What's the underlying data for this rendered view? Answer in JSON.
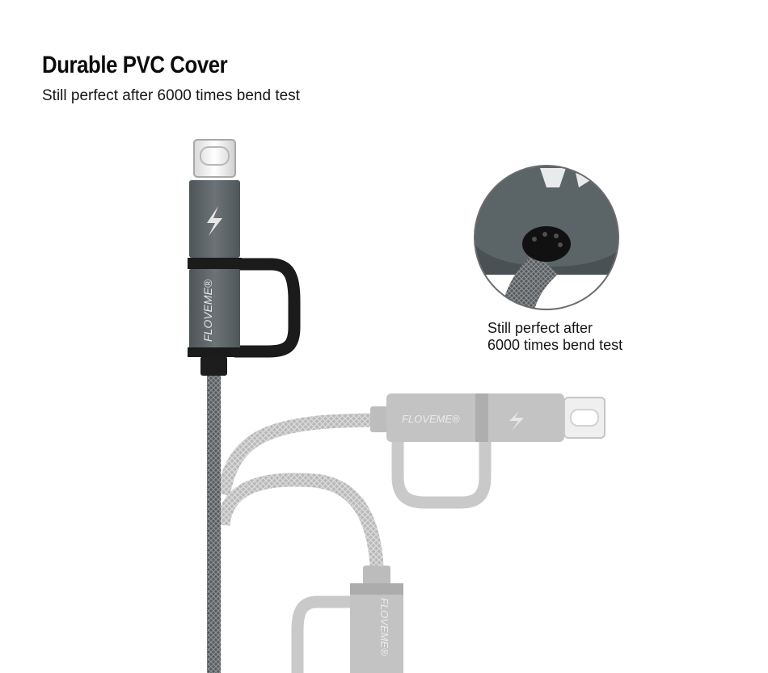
{
  "heading": {
    "title": "Durable PVC Cover",
    "subtitle": "Still perfect after 6000 times bend test"
  },
  "callout": {
    "line1": "Still perfect after",
    "line2": "6000 times bend test"
  },
  "product": {
    "brand": "FLOVEME®",
    "icon": "lightning-bolt-icon",
    "colors": {
      "connector": "#5f6669",
      "connector_faded": "#bdbdbd",
      "clip": "#1b1b1b",
      "braid": "#666a6c",
      "braid_faded": "#c4c4c4"
    }
  }
}
